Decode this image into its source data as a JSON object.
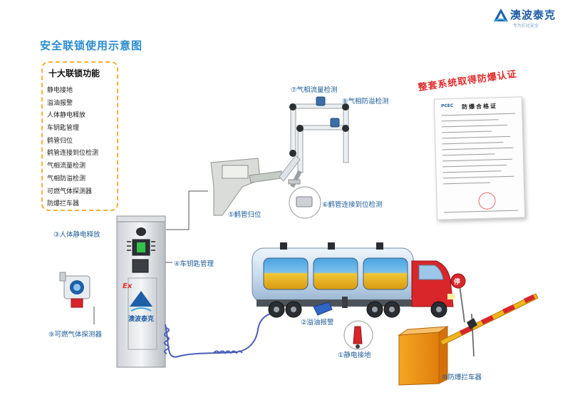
{
  "brand": {
    "name": "澳波泰克",
    "slogan": "专为石化安全",
    "accent_color": "#1e5fa8"
  },
  "page_title": "安全联锁使用示意图",
  "functions_panel": {
    "title": "十大联锁功能",
    "items": [
      "静电接地",
      "溢油报警",
      "人体静电释放",
      "车钥匙管理",
      "鹤管归位",
      "鹤管连接到位检测",
      "气相流量检测",
      "气相防溢检测",
      "可燃气体探测器",
      "防爆拦车器"
    ]
  },
  "callouts": {
    "c1": "①静电接地",
    "c2": "②溢油报警",
    "c3": "③人体静电释放",
    "c4": "④车钥匙管理",
    "c5": "⑤鹤管归位",
    "c6": "⑥鹤管连接到位检测",
    "c7": "⑦气相流量检测",
    "c8": "⑧气相防溢检测",
    "c9": "⑨可燃气体探测器",
    "c10": "⑩防爆拦车器"
  },
  "certificate": {
    "banner": "整套系统取得防爆认证",
    "title": "防爆合格证",
    "logo": "PCEC"
  },
  "equipment_labels": {
    "cabinet_ex": "Ex",
    "cabinet_brand": "澳波泰克",
    "stop_sign": "停"
  },
  "icons": [
    "brand-logo-icon",
    "cabinet-icon",
    "tanker-truck-icon",
    "gas-detector-icon",
    "barrier-gate-icon",
    "loading-arm-icon",
    "ground-clamp-icon"
  ],
  "colors": {
    "title_blue": "#2b8ccf",
    "callout_blue": "#1a5b97",
    "panel_border": "#f2b134",
    "banner_red": "#e12c2c",
    "truck_red": "#d8262b"
  }
}
